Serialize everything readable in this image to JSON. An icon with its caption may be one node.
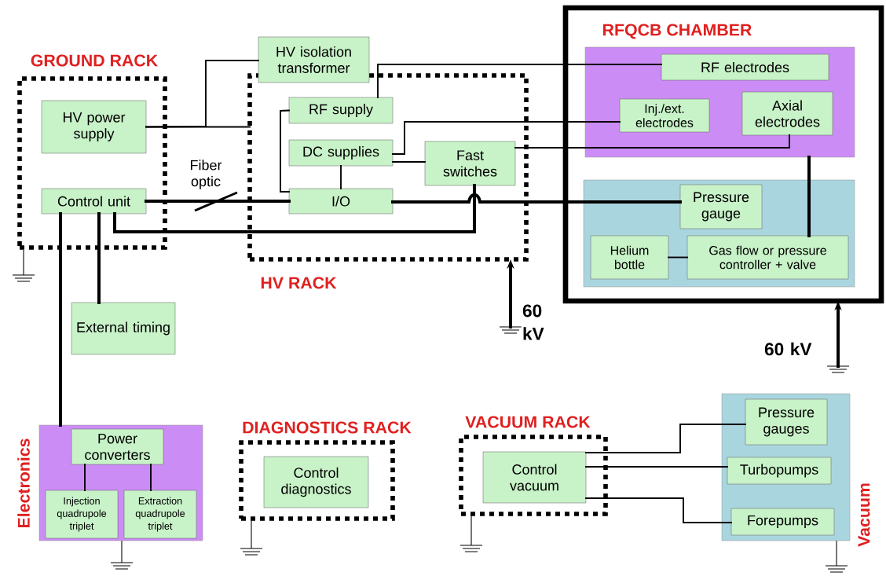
{
  "diagram": {
    "nodes": [
      {
        "text": [
          "GROUND RACK"
        ]
      },
      {
        "text": [
          "HV power supply"
        ],
        "in": 0
      },
      {
        "text": [
          "Control unit"
        ],
        "in": 0
      },
      {
        "text": [
          "HV isolation transformer"
        ]
      },
      {
        "text": [
          "HV RACK"
        ]
      },
      {
        "text": [
          "RF supply"
        ],
        "in": 4
      },
      {
        "text": [
          "DC supplies"
        ],
        "in": 4
      },
      {
        "text": [
          "Fast switches"
        ],
        "in": 4
      },
      {
        "text": [
          "I/O"
        ],
        "in": 4
      },
      {
        "text": [
          "RFQCB CHAMBER"
        ]
      },
      {
        "text": [],
        "shape": "box",
        "in": 9
      },
      {
        "text": [
          "RF electrodes"
        ],
        "in": 10
      },
      {
        "text": [
          "Inj./ext. electrodes"
        ],
        "in": 10
      },
      {
        "text": [
          "Axial electrodes"
        ],
        "in": 10
      },
      {
        "text": [],
        "shape": "box",
        "in": 9
      },
      {
        "text": [
          "Pressure gauge"
        ],
        "in": 14
      },
      {
        "text": [
          "Helium bottle"
        ],
        "in": 14
      },
      {
        "text": [
          "Gas flow or pressure controller + valve"
        ],
        "in": 14
      },
      {
        "text": [
          "External timing"
        ]
      },
      {
        "text": [
          "Electronics"
        ]
      },
      {
        "text": [
          "Power converters"
        ],
        "in": 19
      },
      {
        "text": [
          "Injection quadrupole triplet"
        ],
        "in": 19
      },
      {
        "text": [
          "Extraction quadrupole triplet"
        ],
        "in": 19
      },
      {
        "text": [
          "DIAGNOSTICS RACK"
        ]
      },
      {
        "text": [
          "Control diagnostics"
        ],
        "in": 23
      },
      {
        "text": [
          "VACUUM RACK"
        ]
      },
      {
        "text": [
          "Control vacuum"
        ],
        "in": 25
      },
      {
        "text": [
          "Vacuum"
        ]
      },
      {
        "text": [
          "Pressure gauges"
        ],
        "in": 27
      },
      {
        "text": [
          "Turbopumps"
        ],
        "in": 27
      },
      {
        "text": [
          "Forepumps"
        ],
        "in": 27
      }
    ],
    "edges": [
      {
        "from": 1,
        "to": 4,
        "arrow": "none"
      },
      {
        "from": 1,
        "to": 3,
        "arrow": "none"
      },
      {
        "from": 5,
        "to": 11,
        "arrow": "none"
      },
      {
        "from": 5,
        "to": 8,
        "arrow": "none"
      },
      {
        "from": 6,
        "to": 8,
        "arrow": "none"
      },
      {
        "from": 6,
        "to": 12,
        "arrow": "none"
      },
      {
        "from": 6,
        "to": 7,
        "arrow": "none"
      },
      {
        "from": 7,
        "to": 13,
        "arrow": "none"
      },
      {
        "from": 8,
        "to": 15,
        "arrow": "none",
        "style": "thick"
      },
      {
        "from": 2,
        "to": 8,
        "arrow": "none",
        "style": "thick",
        "label": "Fiber optic"
      },
      {
        "from": 2,
        "to": 7,
        "arrow": "none",
        "style": "thick"
      },
      {
        "from": 2,
        "to": 18,
        "arrow": "none",
        "style": "thick"
      },
      {
        "from": 2,
        "to": 19,
        "arrow": "none",
        "style": "thick"
      },
      {
        "from": 10,
        "to": 17,
        "arrow": "none",
        "style": "thick"
      },
      {
        "from": 16,
        "to": 17,
        "arrow": "none"
      },
      {
        "from": 20,
        "to": 21,
        "arrow": "none"
      },
      {
        "from": 20,
        "to": 22,
        "arrow": "none"
      },
      {
        "from": 26,
        "to": 28,
        "arrow": "none"
      },
      {
        "from": 26,
        "to": 29,
        "arrow": "none"
      },
      {
        "from": 26,
        "to": 30,
        "arrow": "none"
      },
      {
        "from": null,
        "to": 4,
        "arrow": "to",
        "style": "thick",
        "label": "60 kV"
      },
      {
        "from": null,
        "to": 9,
        "arrow": "to",
        "style": "thick",
        "label": "60 kV"
      }
    ]
  }
}
